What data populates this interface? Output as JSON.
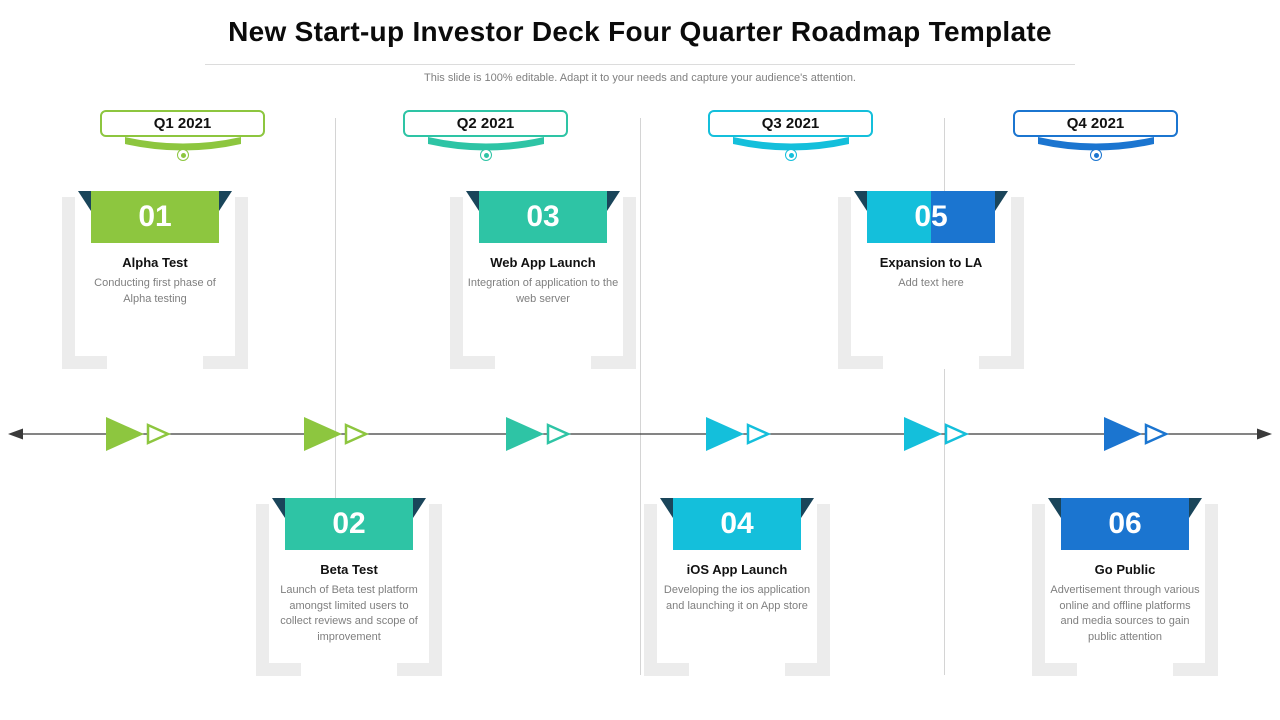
{
  "slide": {
    "title": "New Start-up Investor Deck Four Quarter Roadmap Template",
    "subtitle": "This slide is 100% editable. Adapt it to your needs and capture your audience's attention."
  },
  "colors": {
    "q1_green": "#8DC63F",
    "q2_teal": "#2EC4A5",
    "q3_cyan": "#14BFDB",
    "q4_blue": "#1B75D0",
    "fold_dark": "#1A455A",
    "frame_gray": "#ECECEC",
    "body_text_gray": "#7F7F7F",
    "timeline_line": "#3A3A3A"
  },
  "quarters": [
    {
      "label": "Q1 2021",
      "color": "#8DC63F"
    },
    {
      "label": "Q2 2021",
      "color": "#2EC4A5"
    },
    {
      "label": "Q3 2021",
      "color": "#14BFDB"
    },
    {
      "label": "Q4 2021",
      "color": "#1B75D0"
    }
  ],
  "milestones": [
    {
      "number": "01",
      "title": "Alpha Test",
      "description": "Conducting first phase of Alpha testing",
      "color": "#8DC63F"
    },
    {
      "number": "02",
      "title": "Beta Test",
      "description": "Launch of Beta test platform amongst limited users to collect reviews and scope of improvement",
      "color": "#2EC4A5"
    },
    {
      "number": "03",
      "title": "Web App Launch",
      "description": "Integration of application to the web server",
      "color": "#2EC4A5"
    },
    {
      "number": "04",
      "title": "iOS App Launch",
      "description": "Developing the ios application and launching it on App store",
      "color": "#14BFDB"
    },
    {
      "number": "05",
      "title": "Expansion to LA",
      "description": "Add text here",
      "color": "#14BFDB",
      "color2": "#1B75D0"
    },
    {
      "number": "06",
      "title": "Go Public",
      "description": "Advertisement through various online and offline platforms and media sources to gain public attention",
      "color": "#1B75D0"
    }
  ]
}
